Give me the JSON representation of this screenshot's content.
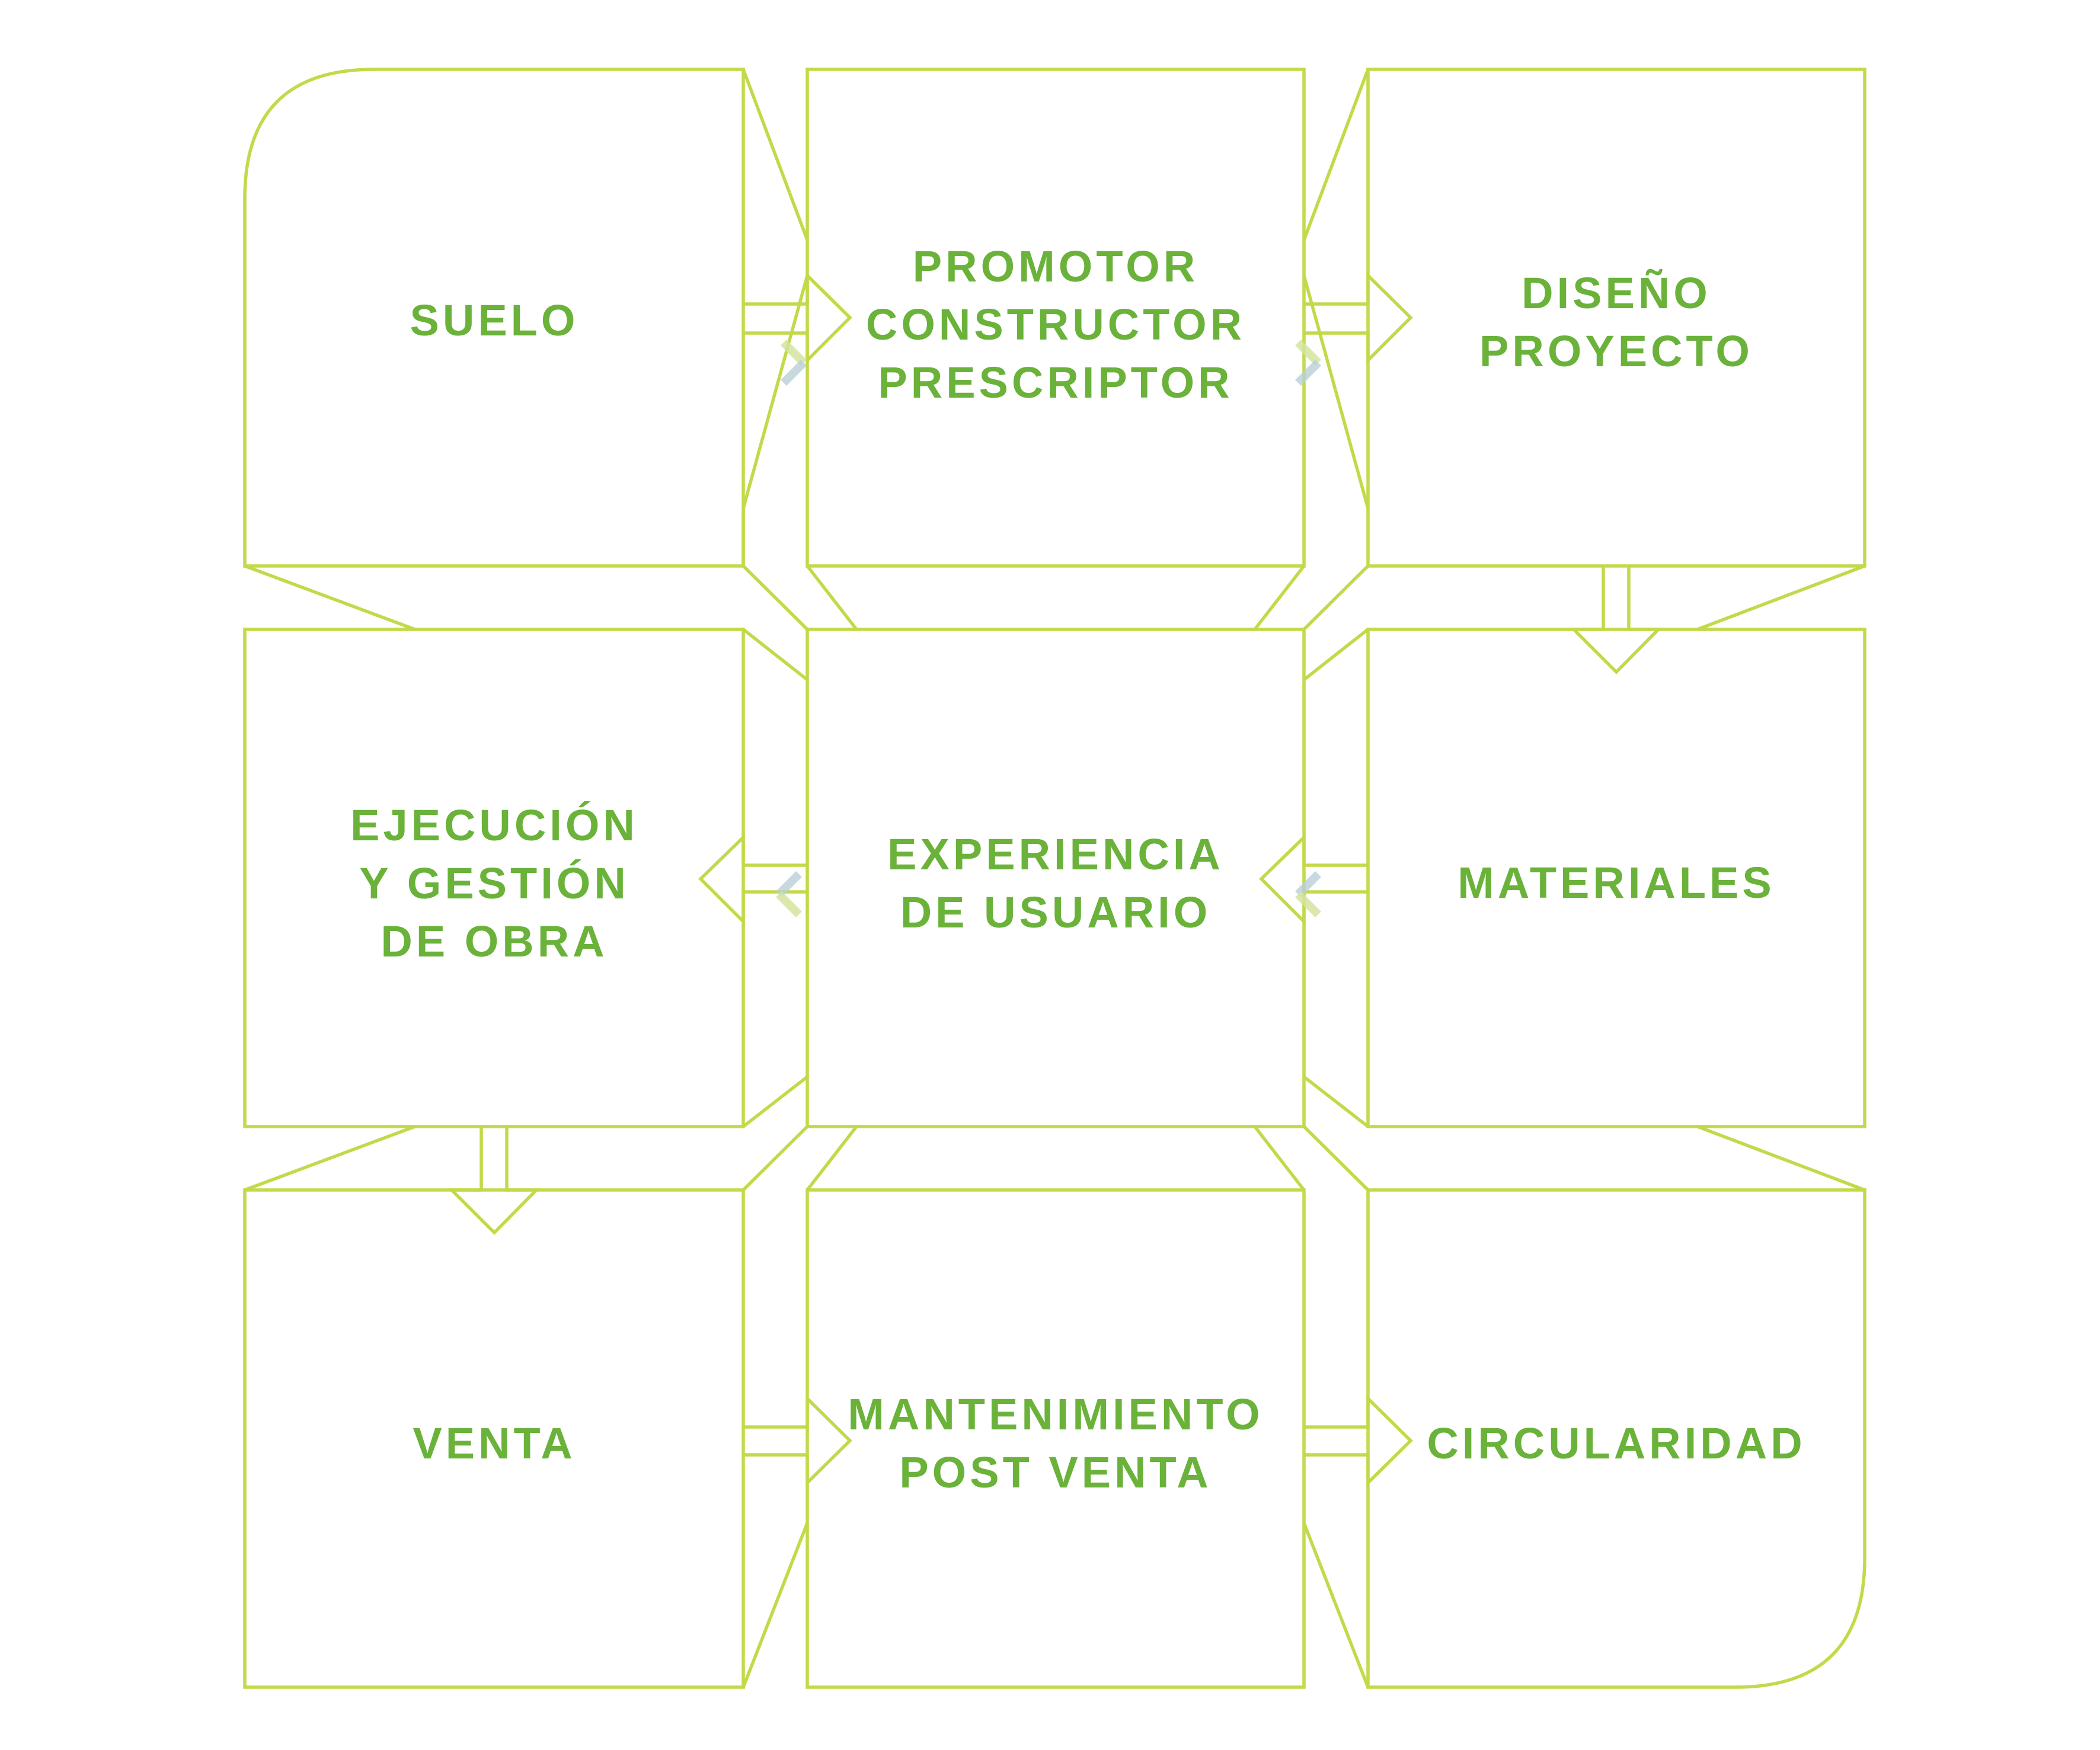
{
  "colors": {
    "outline": "#c3d94a",
    "text": "#6ab23a",
    "chevron_green": "#d4e4a0",
    "chevron_blue": "#b9cfd6"
  },
  "nodes": {
    "suelo": [
      "SUELO"
    ],
    "promotor": [
      "PROMOTOR",
      "CONSTRUCTOR",
      "PRESCRIPTOR"
    ],
    "diseno": [
      "DISEÑO",
      "PROYECTO"
    ],
    "ejecucion": [
      "EJECUCIÓN",
      "Y GESTIÓN",
      "DE OBRA"
    ],
    "experiencia": [
      "EXPERIENCIA",
      "DE USUARIO"
    ],
    "materiales": [
      "MATERIALES"
    ],
    "venta": [
      "VENTA"
    ],
    "mantenimiento": [
      "MANTENIMIENTO",
      "POST VENTA"
    ],
    "circularidad": [
      "CIRCULARIDAD"
    ]
  },
  "flow": [
    "suelo",
    "promotor",
    "diseno",
    "materiales",
    "experiencia",
    "ejecucion",
    "venta",
    "mantenimiento",
    "circularidad"
  ],
  "connector_icons": [
    "chevron-right-icon",
    "chevron-left-icon",
    "arrow-right-icon",
    "arrow-left-icon",
    "arrow-down-icon"
  ]
}
